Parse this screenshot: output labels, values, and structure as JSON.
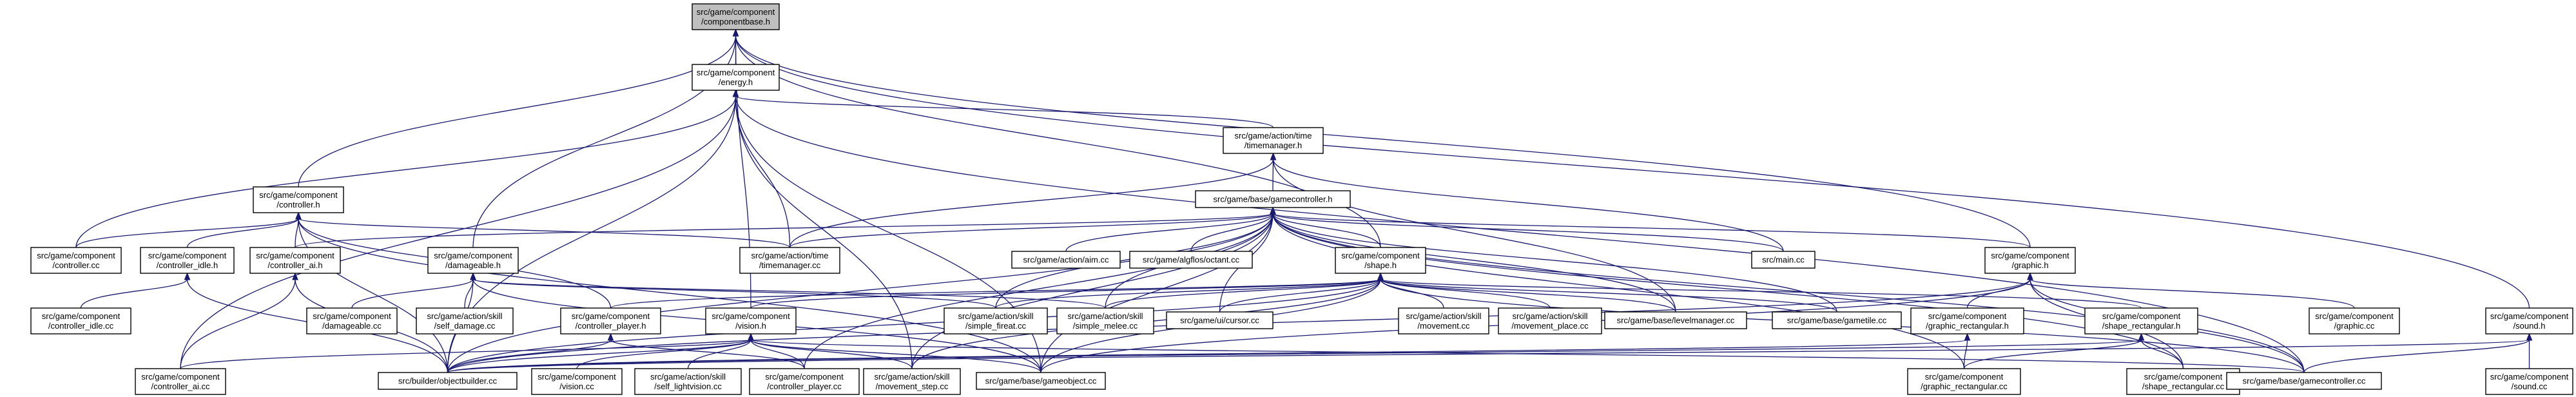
{
  "graph": {
    "nodes": [
      {
        "id": "componentbase",
        "lines": [
          "src/game/component",
          "/componentbase.h"
        ],
        "highlight": true
      },
      {
        "id": "energy",
        "lines": [
          "src/game/component",
          "/energy.h"
        ]
      },
      {
        "id": "timemanager_h",
        "lines": [
          "src/game/action/time",
          "/timemanager.h"
        ]
      },
      {
        "id": "controller_h",
        "lines": [
          "src/game/component",
          "/controller.h"
        ]
      },
      {
        "id": "gamecontroller_h",
        "lines": [
          "src/game/base/gamecontroller.h"
        ]
      },
      {
        "id": "controller_cc",
        "lines": [
          "src/game/component",
          "/controller.cc"
        ]
      },
      {
        "id": "controller_idle_h",
        "lines": [
          "src/game/component",
          "/controller_idle.h"
        ]
      },
      {
        "id": "controller_ai_h",
        "lines": [
          "src/game/component",
          "/controller_ai.h"
        ]
      },
      {
        "id": "damageable_h",
        "lines": [
          "src/game/component",
          "/damageable.h"
        ]
      },
      {
        "id": "timemanager_cc",
        "lines": [
          "src/game/action/time",
          "/timemanager.cc"
        ]
      },
      {
        "id": "aim_cc",
        "lines": [
          "src/game/action/aim.cc"
        ]
      },
      {
        "id": "octant_cc",
        "lines": [
          "src/game/algflos/octant.cc"
        ]
      },
      {
        "id": "shape_h",
        "lines": [
          "src/game/component",
          "/shape.h"
        ]
      },
      {
        "id": "main_cc",
        "lines": [
          "src/main.cc"
        ]
      },
      {
        "id": "graphic_h",
        "lines": [
          "src/game/component",
          "/graphic.h"
        ]
      },
      {
        "id": "controller_idle_cc",
        "lines": [
          "src/game/component",
          "/controller_idle.cc"
        ]
      },
      {
        "id": "damageable_cc",
        "lines": [
          "src/game/component",
          "/damageable.cc"
        ]
      },
      {
        "id": "self_damage_cc",
        "lines": [
          "src/game/action/skill",
          "/self_damage.cc"
        ]
      },
      {
        "id": "controller_player_h",
        "lines": [
          "src/game/component",
          "/controller_player.h"
        ]
      },
      {
        "id": "vision_h",
        "lines": [
          "src/game/component",
          "/vision.h"
        ]
      },
      {
        "id": "simple_fireat_cc",
        "lines": [
          "src/game/action/skill",
          "/simple_fireat.cc"
        ]
      },
      {
        "id": "simple_melee_cc",
        "lines": [
          "src/game/action/skill",
          "/simple_melee.cc"
        ]
      },
      {
        "id": "cursor_cc",
        "lines": [
          "src/game/ui/cursor.cc"
        ]
      },
      {
        "id": "movement_cc",
        "lines": [
          "src/game/action/skill",
          "/movement.cc"
        ]
      },
      {
        "id": "movement_place_cc",
        "lines": [
          "src/game/action/skill",
          "/movement_place.cc"
        ]
      },
      {
        "id": "levelmanager_cc",
        "lines": [
          "src/game/base/levelmanager.cc"
        ]
      },
      {
        "id": "gametile_cc",
        "lines": [
          "src/game/base/gametile.cc"
        ]
      },
      {
        "id": "graphic_rect_h",
        "lines": [
          "src/game/component",
          "/graphic_rectangular.h"
        ]
      },
      {
        "id": "shape_rect_h",
        "lines": [
          "src/game/component",
          "/shape_rectangular.h"
        ]
      },
      {
        "id": "graphic_cc",
        "lines": [
          "src/game/component",
          "/graphic.cc"
        ]
      },
      {
        "id": "sound_h",
        "lines": [
          "src/game/component",
          "/sound.h"
        ]
      },
      {
        "id": "controller_ai_cc",
        "lines": [
          "src/game/component",
          "/controller_ai.cc"
        ]
      },
      {
        "id": "objectbuilder_cc",
        "lines": [
          "src/builder/objectbuilder.cc"
        ]
      },
      {
        "id": "vision_cc",
        "lines": [
          "src/game/component",
          "/vision.cc"
        ]
      },
      {
        "id": "self_lightvision_cc",
        "lines": [
          "src/game/action/skill",
          "/self_lightvision.cc"
        ]
      },
      {
        "id": "controller_player_cc",
        "lines": [
          "src/game/component",
          "/controller_player.cc"
        ]
      },
      {
        "id": "movement_step_cc",
        "lines": [
          "src/game/action/skill",
          "/movement_step.cc"
        ]
      },
      {
        "id": "gameobject_cc",
        "lines": [
          "src/game/base/gameobject.cc"
        ]
      },
      {
        "id": "graphic_rect_cc",
        "lines": [
          "src/game/component",
          "/graphic_rectangular.cc"
        ]
      },
      {
        "id": "shape_rect_cc",
        "lines": [
          "src/game/component",
          "/shape_rectangular.cc"
        ]
      },
      {
        "id": "gamecontroller_cc",
        "lines": [
          "src/game/base/gamecontroller.cc"
        ]
      },
      {
        "id": "sound_cc",
        "lines": [
          "src/game/component",
          "/sound.cc"
        ]
      }
    ],
    "edges": [
      [
        "energy",
        "componentbase"
      ],
      [
        "controller_h",
        "componentbase"
      ],
      [
        "vision_h",
        "componentbase"
      ],
      [
        "damageable_h",
        "componentbase"
      ],
      [
        "shape_h",
        "componentbase"
      ],
      [
        "graphic_h",
        "componentbase"
      ],
      [
        "sound_h",
        "componentbase"
      ],
      [
        "timemanager_h",
        "energy"
      ],
      [
        "gameobject_cc",
        "energy"
      ],
      [
        "controller_cc",
        "energy"
      ],
      [
        "controller_ai_cc",
        "energy"
      ],
      [
        "objectbuilder_cc",
        "energy"
      ],
      [
        "timemanager_cc",
        "energy"
      ],
      [
        "movement_step_cc",
        "energy"
      ],
      [
        "gamecontroller_cc",
        "energy"
      ],
      [
        "gamecontroller_h",
        "timemanager_h"
      ],
      [
        "timemanager_cc",
        "timemanager_h"
      ],
      [
        "main_cc",
        "timemanager_h"
      ],
      [
        "levelmanager_cc",
        "timemanager_h"
      ],
      [
        "controller_cc",
        "controller_h"
      ],
      [
        "controller_idle_h",
        "controller_h"
      ],
      [
        "controller_ai_h",
        "controller_h"
      ],
      [
        "controller_player_h",
        "controller_h"
      ],
      [
        "timemanager_cc",
        "controller_h"
      ],
      [
        "objectbuilder_cc",
        "controller_h"
      ],
      [
        "gameobject_cc",
        "controller_h"
      ],
      [
        "controller_ai_h",
        "gamecontroller_h"
      ],
      [
        "timemanager_cc",
        "gamecontroller_h"
      ],
      [
        "aim_cc",
        "gamecontroller_h"
      ],
      [
        "octant_cc",
        "gamecontroller_h"
      ],
      [
        "shape_h",
        "gamecontroller_h"
      ],
      [
        "main_cc",
        "gamecontroller_h"
      ],
      [
        "graphic_h",
        "gamecontroller_h"
      ],
      [
        "simple_fireat_cc",
        "gamecontroller_h"
      ],
      [
        "simple_melee_cc",
        "gamecontroller_h"
      ],
      [
        "cursor_cc",
        "gamecontroller_h"
      ],
      [
        "levelmanager_cc",
        "gamecontroller_h"
      ],
      [
        "gametile_cc",
        "gamecontroller_h"
      ],
      [
        "objectbuilder_cc",
        "gamecontroller_h"
      ],
      [
        "gameobject_cc",
        "gamecontroller_h"
      ],
      [
        "movement_step_cc",
        "gamecontroller_h"
      ],
      [
        "controller_player_cc",
        "gamecontroller_h"
      ],
      [
        "gamecontroller_cc",
        "gamecontroller_h"
      ],
      [
        "shape_rect_cc",
        "gamecontroller_h"
      ],
      [
        "graphic_rect_cc",
        "gamecontroller_h"
      ],
      [
        "controller_idle_cc",
        "controller_idle_h"
      ],
      [
        "objectbuilder_cc",
        "controller_idle_h"
      ],
      [
        "controller_ai_cc",
        "controller_ai_h"
      ],
      [
        "objectbuilder_cc",
        "controller_ai_h"
      ],
      [
        "damageable_cc",
        "damageable_h"
      ],
      [
        "self_damage_cc",
        "damageable_h"
      ],
      [
        "objectbuilder_cc",
        "damageable_h"
      ],
      [
        "gameobject_cc",
        "damageable_h"
      ],
      [
        "simple_fireat_cc",
        "damageable_h"
      ],
      [
        "simple_melee_cc",
        "damageable_h"
      ],
      [
        "controller_player_cc",
        "controller_player_h"
      ],
      [
        "objectbuilder_cc",
        "controller_player_h"
      ],
      [
        "vision_cc",
        "vision_h"
      ],
      [
        "self_lightvision_cc",
        "vision_h"
      ],
      [
        "controller_player_cc",
        "vision_h"
      ],
      [
        "movement_step_cc",
        "vision_h"
      ],
      [
        "objectbuilder_cc",
        "vision_h"
      ],
      [
        "gameobject_cc",
        "vision_h"
      ],
      [
        "controller_ai_cc",
        "vision_h"
      ],
      [
        "gamecontroller_cc",
        "vision_h"
      ],
      [
        "simple_fireat_cc",
        "shape_h"
      ],
      [
        "simple_melee_cc",
        "shape_h"
      ],
      [
        "cursor_cc",
        "shape_h"
      ],
      [
        "movement_cc",
        "shape_h"
      ],
      [
        "movement_place_cc",
        "shape_h"
      ],
      [
        "levelmanager_cc",
        "shape_h"
      ],
      [
        "gametile_cc",
        "shape_h"
      ],
      [
        "shape_rect_h",
        "shape_h"
      ],
      [
        "controller_player_h",
        "shape_h"
      ],
      [
        "vision_h",
        "shape_h"
      ],
      [
        "gameobject_cc",
        "shape_h"
      ],
      [
        "objectbuilder_cc",
        "shape_h"
      ],
      [
        "movement_step_cc",
        "shape_h"
      ],
      [
        "gamecontroller_cc",
        "shape_h"
      ],
      [
        "graphic_rect_h",
        "graphic_h"
      ],
      [
        "graphic_cc",
        "graphic_h"
      ],
      [
        "objectbuilder_cc",
        "graphic_h"
      ],
      [
        "gameobject_cc",
        "graphic_h"
      ],
      [
        "gamecontroller_cc",
        "graphic_h"
      ],
      [
        "shape_rect_cc",
        "graphic_h"
      ],
      [
        "graphic_rect_cc",
        "graphic_rect_h"
      ],
      [
        "objectbuilder_cc",
        "graphic_rect_h"
      ],
      [
        "shape_rect_cc",
        "shape_rect_h"
      ],
      [
        "objectbuilder_cc",
        "shape_rect_h"
      ],
      [
        "graphic_rect_cc",
        "shape_rect_h"
      ],
      [
        "sound_cc",
        "sound_h"
      ],
      [
        "gamecontroller_cc",
        "sound_h"
      ],
      [
        "objectbuilder_cc",
        "sound_h"
      ]
    ]
  }
}
